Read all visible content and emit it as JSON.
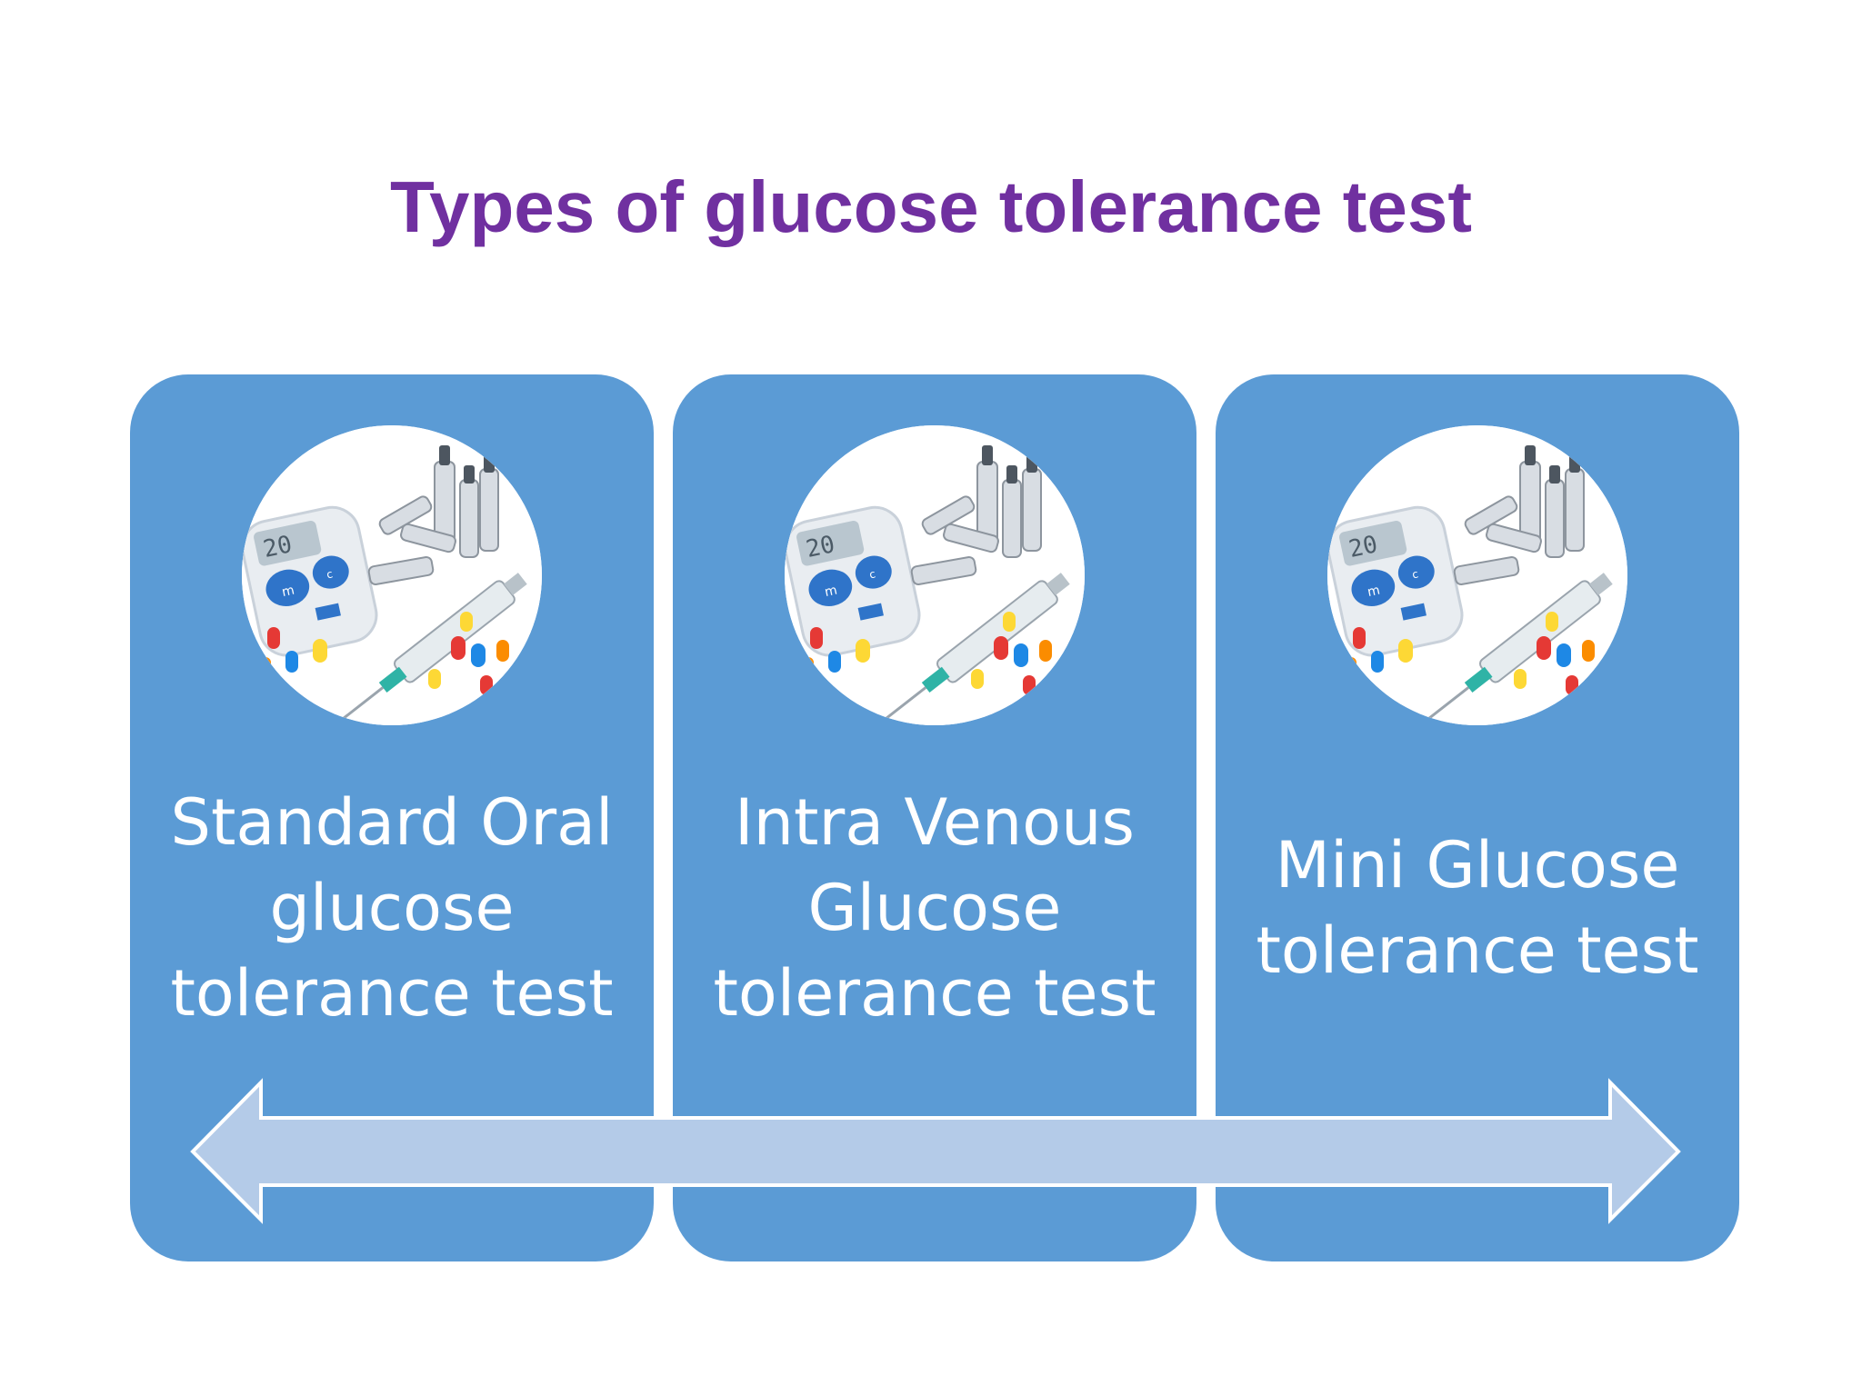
{
  "title": "Types of glucose tolerance test",
  "colors": {
    "title": "#7030a0",
    "card": "#5b9bd5",
    "arrow_fill": "#b4cbe8",
    "label": "#ffffff"
  },
  "cards": [
    {
      "label_lines": [
        "Standard Oral",
        "glucose",
        "tolerance test"
      ],
      "image": "glucose-meter-syringe-vials-pills-photo"
    },
    {
      "label_lines": [
        "Intra Venous",
        "Glucose",
        "tolerance test"
      ],
      "image": "glucose-meter-syringe-vials-pills-photo"
    },
    {
      "label_lines": [
        "Mini Glucose",
        "tolerance test"
      ],
      "image": "glucose-meter-syringe-vials-pills-photo"
    }
  ],
  "connector": "double-headed-arrow"
}
